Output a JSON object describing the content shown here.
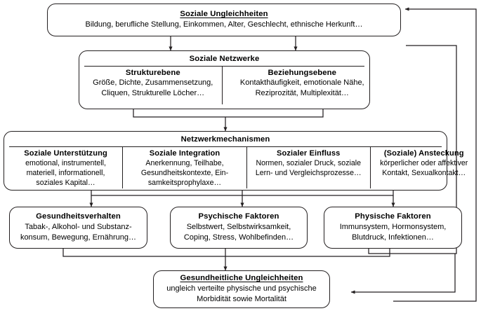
{
  "diagram": {
    "title_text": "Soziale Ungleichheiten und gesundheitliche Ungleichheiten über soziale Netzwerke",
    "stroke_color": "#231f20",
    "background_color": "#ffffff"
  },
  "nodes": {
    "soziale_ungleichheiten": {
      "title": "Soziale Ungleichheiten",
      "body": "Bildung, berufliche Stellung, Einkommen, Alter, Geschlecht, ethnische Herkunft…"
    },
    "soziale_netzwerke": {
      "title": "Soziale Netzwerke",
      "columns": [
        {
          "title": "Strukturebene",
          "body": "Größe, Dichte, Zusammensetzung, Cliquen, Strukturelle Löcher…"
        },
        {
          "title": "Beziehungsebene",
          "body": "Kontakthäufigkeit, emotionale Nähe, Reziprozität, Multiplexität…"
        }
      ]
    },
    "netzwerkmechanismen": {
      "title": "Netzwerkmechanismen",
      "columns": [
        {
          "title": "Soziale Unterstützung",
          "body": "emotional, instrumentell, materiell, informationell, soziales Kapital…"
        },
        {
          "title": "Soziale Integration",
          "body": "Anerkennung, Teilhabe, Gesundheitskontexte, Ein-samkeitsprophylaxe…"
        },
        {
          "title": "Sozialer Einfluss",
          "body": "Normen, sozialer Druck, soziale Lern- und Vergleichsprozesse…"
        },
        {
          "title": "(Soziale) Ansteckung",
          "body": "körperlicher oder affektiver Kontakt, Sexualkontakt…"
        }
      ]
    },
    "gesundheitsverhalten": {
      "title": "Gesundheitsverhalten",
      "body": "Tabak-, Alkohol- und Substanz-konsum, Bewegung, Ernährung…"
    },
    "psychische_faktoren": {
      "title": "Psychische Faktoren",
      "body": "Selbstwert, Selbstwirksamkeit, Coping, Stress, Wohlbefinden…"
    },
    "physische_faktoren": {
      "title": "Physische Faktoren",
      "body": "Immunsystem, Hormonsystem, Blutdruck, Infektionen…"
    },
    "gesundheitliche_ungleichheiten": {
      "title": "Gesundheitliche Ungleichheiten",
      "body": "ungleich verteilte physische und psychische Morbidität sowie Mortalität"
    }
  },
  "connectors": [
    {
      "name": "ungleichheiten-to-netzwerke-struktur",
      "kind": "arrow-down"
    },
    {
      "name": "ungleichheiten-to-netzwerke-beziehung",
      "kind": "arrow-down"
    },
    {
      "name": "netzwerke-to-mechanismen",
      "kind": "merge-arrow-down"
    },
    {
      "name": "mechanismen-to-faktoren",
      "kind": "split-arrow-down"
    },
    {
      "name": "faktoren-to-gesundheitliche-ungleichheiten",
      "kind": "merge-arrow-down"
    },
    {
      "name": "feedback-physische-faktoren-to-gesundheitliche-ungleichheiten",
      "kind": "feedback-loop-inner"
    },
    {
      "name": "feedback-gesundheitliche-ungleichheiten-to-soziale-ungleichheiten",
      "kind": "feedback-loop-outer"
    }
  ]
}
